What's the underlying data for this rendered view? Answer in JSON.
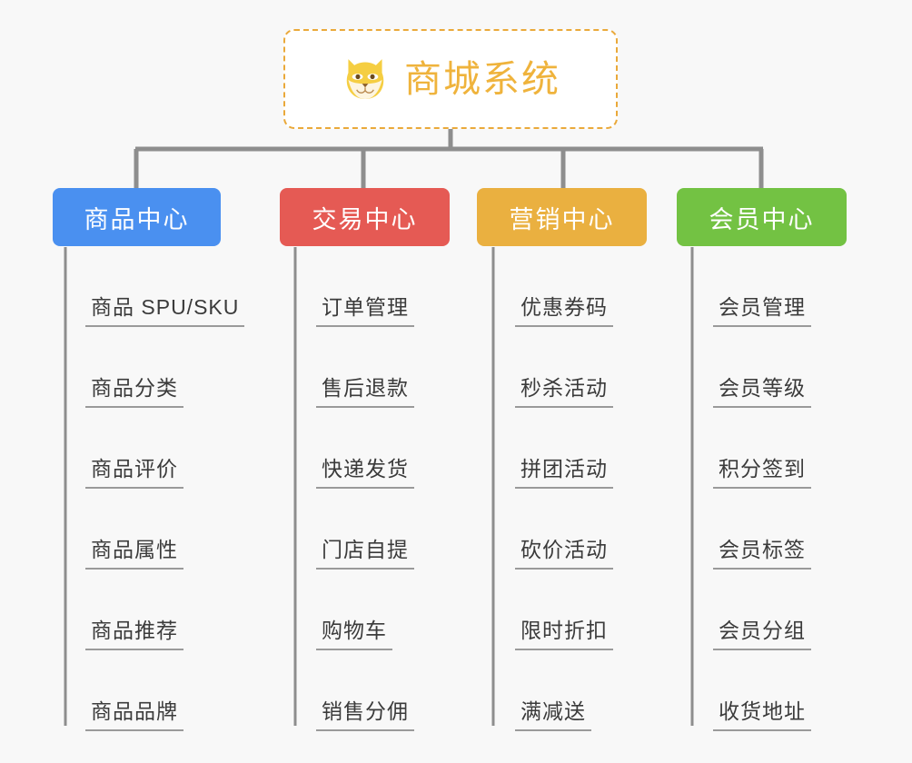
{
  "page": {
    "background_color": "#f8f8f8",
    "title": "商城系统"
  },
  "root": {
    "label": "商城系统",
    "icon": "shiba-dog-face-icon",
    "text_color": "#efb33c",
    "border_color": "#eaa93a",
    "background_color": "#ffffff"
  },
  "columns": [
    {
      "id": "product-center",
      "header": "商品中心",
      "color": "#4a90f0",
      "items": [
        "商品 SPU/SKU",
        "商品分类",
        "商品评价",
        "商品属性",
        "商品推荐",
        "商品品牌"
      ]
    },
    {
      "id": "trade-center",
      "header": "交易中心",
      "color": "#e55a54",
      "items": [
        "订单管理",
        "售后退款",
        "快递发货",
        "门店自提",
        "购物车",
        "销售分佣"
      ]
    },
    {
      "id": "marketing-center",
      "header": "营销中心",
      "color": "#eab040",
      "items": [
        "优惠券码",
        "秒杀活动",
        "拼团活动",
        "砍价活动",
        "限时折扣",
        "满减送"
      ]
    },
    {
      "id": "member-center",
      "header": "会员中心",
      "color": "#73c243",
      "items": [
        "会员管理",
        "会员等级",
        "积分签到",
        "会员标签",
        "会员分组",
        "收货地址"
      ]
    }
  ],
  "connectors": {
    "line_color": "#8e8e8e"
  }
}
